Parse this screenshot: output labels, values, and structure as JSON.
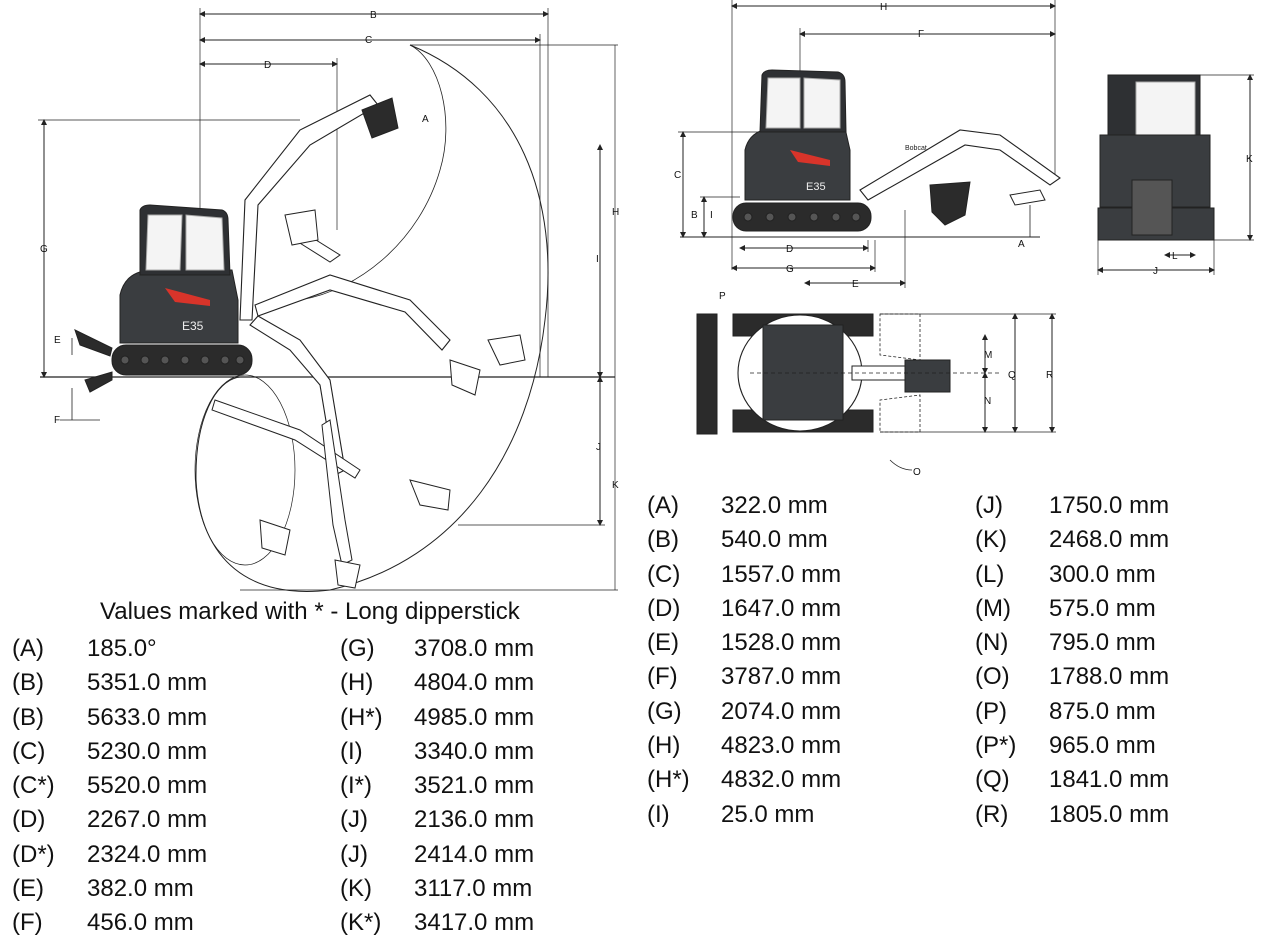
{
  "note": "Values marked with * - Long dipperstick",
  "diagram_labels": {
    "side": [
      "A",
      "B",
      "C",
      "D",
      "E",
      "F",
      "G",
      "H",
      "I",
      "J",
      "K"
    ],
    "front": [
      "A",
      "B",
      "C",
      "D",
      "E",
      "F",
      "G",
      "H",
      "I"
    ],
    "rear": [
      "J",
      "K",
      "L"
    ],
    "top": [
      "M",
      "N",
      "O",
      "P",
      "Q",
      "R"
    ]
  },
  "logo_text": "E35",
  "brand_text": "Bobcat",
  "table_left_a": [
    {
      "code": "(A)",
      "value": "185.0°"
    },
    {
      "code": "(B)",
      "value": "5351.0 mm"
    },
    {
      "code": "(B)",
      "value": "5633.0 mm"
    },
    {
      "code": "(C)",
      "value": "5230.0 mm"
    },
    {
      "code": "(C*)",
      "value": "5520.0 mm"
    },
    {
      "code": "(D)",
      "value": "2267.0 mm"
    },
    {
      "code": "(D*)",
      "value": "2324.0 mm"
    },
    {
      "code": "(E)",
      "value": "382.0 mm"
    },
    {
      "code": "(F)",
      "value": "456.0 mm"
    }
  ],
  "table_left_b": [
    {
      "code": "(G)",
      "value": "3708.0 mm"
    },
    {
      "code": "(H)",
      "value": "4804.0 mm"
    },
    {
      "code": "(H*)",
      "value": "4985.0 mm"
    },
    {
      "code": "(I)",
      "value": "3340.0 mm"
    },
    {
      "code": "(I*)",
      "value": "3521.0 mm"
    },
    {
      "code": "(J)",
      "value": "2136.0 mm"
    },
    {
      "code": "(J)",
      "value": "2414.0 mm"
    },
    {
      "code": "(K)",
      "value": "3117.0 mm"
    },
    {
      "code": "(K*)",
      "value": "3417.0 mm"
    }
  ],
  "table_right_a": [
    {
      "code": "(A)",
      "value": "322.0 mm"
    },
    {
      "code": "(B)",
      "value": "540.0 mm"
    },
    {
      "code": "(C)",
      "value": "1557.0 mm"
    },
    {
      "code": "(D)",
      "value": "1647.0 mm"
    },
    {
      "code": "(E)",
      "value": "1528.0 mm"
    },
    {
      "code": "(F)",
      "value": "3787.0 mm"
    },
    {
      "code": "(G)",
      "value": "2074.0 mm"
    },
    {
      "code": "(H)",
      "value": "4823.0 mm"
    },
    {
      "code": "(H*)",
      "value": "4832.0 mm"
    },
    {
      "code": "(I)",
      "value": "25.0 mm"
    }
  ],
  "table_right_b": [
    {
      "code": "(J)",
      "value": "1750.0 mm"
    },
    {
      "code": "(K)",
      "value": "2468.0 mm"
    },
    {
      "code": "(L)",
      "value": "300.0 mm"
    },
    {
      "code": "(M)",
      "value": "575.0 mm"
    },
    {
      "code": "(N)",
      "value": "795.0 mm"
    },
    {
      "code": "(O)",
      "value": "1788.0 mm"
    },
    {
      "code": "(P)",
      "value": "875.0 mm"
    },
    {
      "code": "(P*)",
      "value": "965.0 mm"
    },
    {
      "code": "(Q)",
      "value": "1841.0 mm"
    },
    {
      "code": "(R)",
      "value": "1805.0 mm"
    }
  ]
}
